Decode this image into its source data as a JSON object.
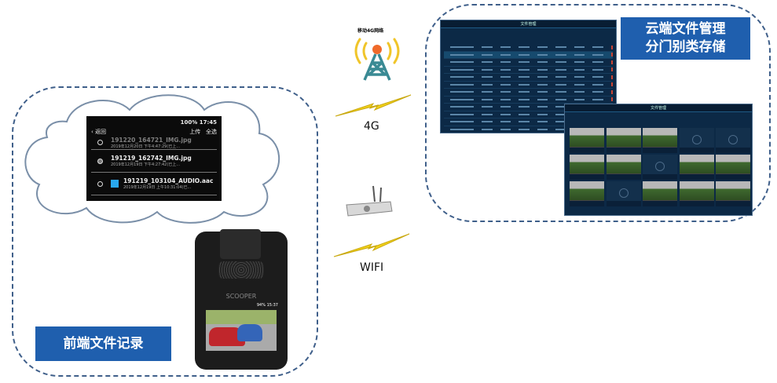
{
  "front": {
    "label": "前端文件记录"
  },
  "cloud": {
    "label_line1": "云端文件管理",
    "label_line2": "分门别类存储"
  },
  "tower": {
    "label": "移动4G网络"
  },
  "links": {
    "cellular": "4G",
    "wifi": "WIFI"
  },
  "phone_screen": {
    "status": "100% 17:45",
    "back": "返回",
    "upload": "上传",
    "select_all": "全选",
    "files": [
      {
        "name": "191220_164721_IMG.jpg",
        "meta": "2019年12月20日 下午4:47:29(已上..."
      },
      {
        "name": "191219_162742_IMG.jpg",
        "meta": "2019年12月19日 下午4:27:42(已上..."
      },
      {
        "name": "191219_103104_AUDIO.aac",
        "meta": "2019年12月19日 上午10:31:04(已..."
      }
    ]
  },
  "device": {
    "brand": "SCOOPER",
    "status": "94% 15:37"
  },
  "cloud_screens": {
    "list_title": "文件管理",
    "grid_title": "文件管理",
    "grid_tiles": [
      "img",
      "img",
      "img",
      "aud",
      "aud",
      "img",
      "img",
      "aud",
      "img",
      "img",
      "img",
      "aud",
      "img",
      "img",
      "img"
    ]
  },
  "colors": {
    "accent": "#1f5fae",
    "dash": "#3f5f8a",
    "bolt": "#f2d21a"
  }
}
